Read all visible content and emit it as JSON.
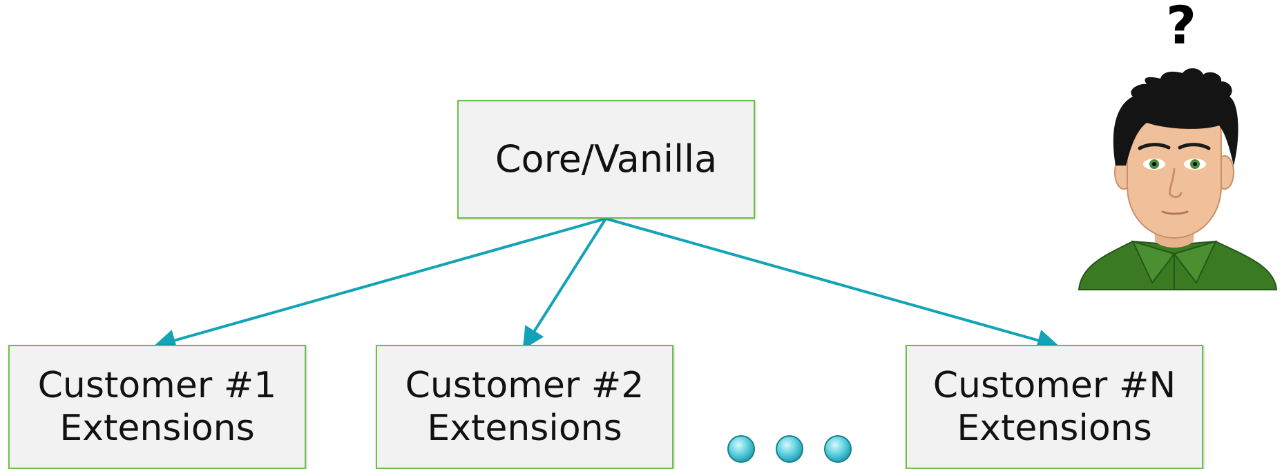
{
  "diagram": {
    "root": {
      "label": "Core/Vanilla"
    },
    "children": [
      {
        "line1": "Customer #1",
        "line2": "Extensions"
      },
      {
        "line1": "Customer #2",
        "line2": "Extensions"
      },
      {
        "line1": "Customer #N",
        "line2": "Extensions"
      }
    ],
    "question_mark": "?",
    "colors": {
      "arrow": "#12a3b6",
      "box_fill": "#f2f2f2",
      "box_border": "#6cc04a",
      "dots": "#5fd1df",
      "shirt": "#3a7a22",
      "hair": "#141414",
      "skin": "#efc09a"
    }
  }
}
